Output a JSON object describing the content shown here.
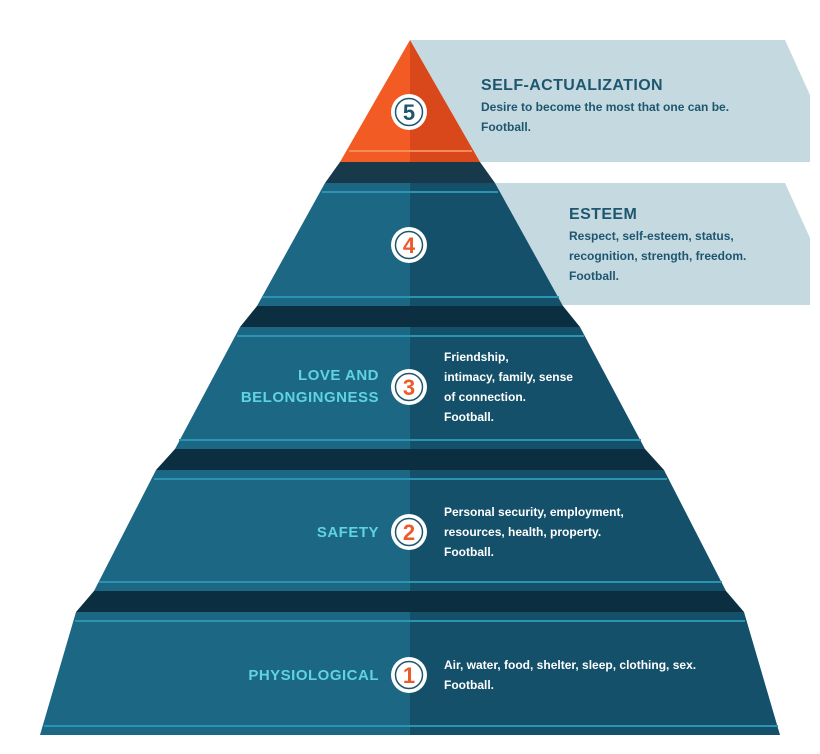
{
  "colors": {
    "tier_light": "#1b6784",
    "tier_dark": "#14506a",
    "tier_shadow": "#0b2f40",
    "apex_light": "#f25b24",
    "apex_dark": "#d9481a",
    "apex_shadow": "#17394a",
    "callout_bg": "#c5d9e0",
    "label_cyan": "#5fd3e0",
    "number_orange": "#ea5a2a",
    "number_teal": "#1e5670"
  },
  "levels": [
    {
      "number": "5",
      "title": "SELF-ACTUALIZATION",
      "description": [
        "Desire to become the most that one can be.",
        "Football."
      ]
    },
    {
      "number": "4",
      "title": "ESTEEM",
      "description": [
        "Respect, self-esteem, status,",
        "recognition, strength, freedom.",
        "Football."
      ]
    },
    {
      "number": "3",
      "title_lines": [
        "LOVE AND",
        "BELONGINGNESS"
      ],
      "description": [
        "Friendship,",
        "intimacy, family, sense",
        "of connection.",
        "Football."
      ]
    },
    {
      "number": "2",
      "title": "SAFETY",
      "description": [
        "Personal security, employment,",
        "resources, health, property.",
        "Football."
      ]
    },
    {
      "number": "1",
      "title": "PHYSIOLOGICAL",
      "description": [
        "Air, water, food, shelter, sleep, clothing, sex.",
        "Football."
      ]
    }
  ]
}
